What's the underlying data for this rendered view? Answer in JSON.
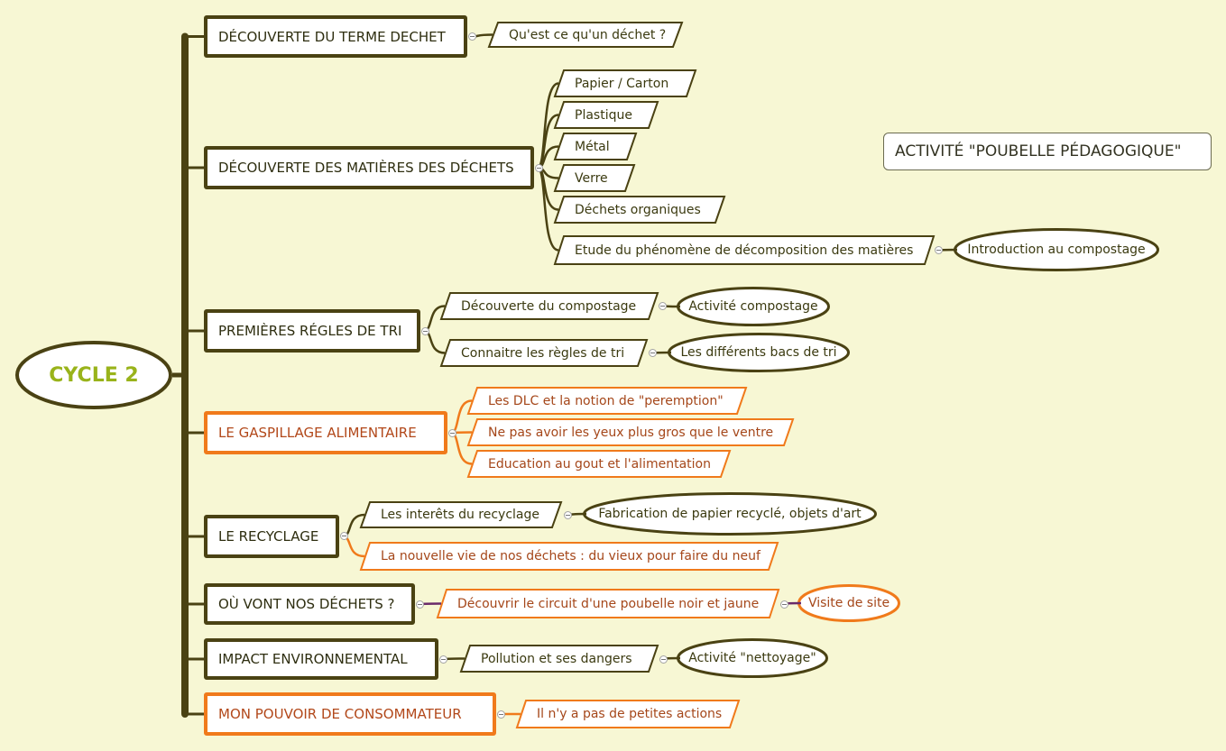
{
  "root": {
    "label": "CYCLE 2"
  },
  "floating": {
    "label": "ACTIVITÉ \"POUBELLE PÉDAGOGIQUE\""
  },
  "colors": {
    "background": "#f7f7d4",
    "dark_line": "#4a4213",
    "orange": "#f07a1b",
    "root_text": "#99b31a",
    "purple_link": "#6a2a6a"
  },
  "topics": [
    {
      "label": "DÉCOUVERTE DU TERME DECHET",
      "color": "dark",
      "children": [
        {
          "label": "Qu'est ce qu'un déchet ?",
          "color": "dark"
        }
      ]
    },
    {
      "label": "DÉCOUVERTE DES MATIÈRES DES DÉCHETS",
      "color": "dark",
      "children": [
        {
          "label": "Papier / Carton",
          "color": "dark"
        },
        {
          "label": "Plastique",
          "color": "dark"
        },
        {
          "label": "Métal",
          "color": "dark"
        },
        {
          "label": "Verre",
          "color": "dark"
        },
        {
          "label": "Déchets organiques",
          "color": "dark"
        },
        {
          "label": "Etude du phénomène de décomposition des matières",
          "color": "dark",
          "children": [
            {
              "label": "Introduction au compostage",
              "color": "dark"
            }
          ]
        }
      ]
    },
    {
      "label": "PREMIÈRES RÉGLES DE TRI",
      "color": "dark",
      "children": [
        {
          "label": "Découverte du compostage",
          "color": "dark",
          "children": [
            {
              "label": "Activité compostage",
              "color": "dark"
            }
          ]
        },
        {
          "label": "Connaitre les règles de tri",
          "color": "dark",
          "children": [
            {
              "label": "Les différents bacs de tri",
              "color": "dark"
            }
          ]
        }
      ]
    },
    {
      "label": "LE GASPILLAGE ALIMENTAIRE",
      "color": "orange",
      "children": [
        {
          "label": "Les DLC et la notion de \"peremption\"",
          "color": "orange"
        },
        {
          "label": "Ne pas avoir les yeux plus gros que le ventre",
          "color": "orange"
        },
        {
          "label": "Education au gout et l'alimentation",
          "color": "orange"
        }
      ]
    },
    {
      "label": "LE RECYCLAGE",
      "color": "dark",
      "children": [
        {
          "label": "Les  interêts du recyclage",
          "color": "dark",
          "children": [
            {
              "label": "Fabrication de papier recyclé, objets d'art",
              "color": "dark"
            }
          ]
        },
        {
          "label": "La nouvelle vie de nos déchets : du vieux pour faire du neuf",
          "color": "orange"
        }
      ]
    },
    {
      "label": "OÙ VONT NOS DÉCHETS ?",
      "color": "dark",
      "children": [
        {
          "label": "Découvrir le circuit d'une poubelle noir et jaune",
          "color": "orange",
          "children": [
            {
              "label": "Visite de site",
              "color": "orange"
            }
          ]
        }
      ]
    },
    {
      "label": "IMPACT ENVIRONNEMENTAL",
      "color": "dark",
      "children": [
        {
          "label": "Pollution et ses dangers",
          "color": "dark",
          "children": [
            {
              "label": "Activité \"nettoyage\"",
              "color": "dark"
            }
          ]
        }
      ]
    },
    {
      "label": "MON POUVOIR DE CONSOMMATEUR",
      "color": "orange",
      "children": [
        {
          "label": "Il n'y a pas de petites actions",
          "color": "orange"
        }
      ]
    }
  ]
}
